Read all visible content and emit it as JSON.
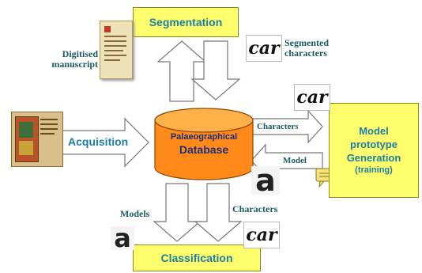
{
  "boxes": {
    "segmentation": "Segmentation",
    "classification": "Classification",
    "model_title_line1": "Model",
    "model_title_line2": "prototype",
    "model_title_line3": "Generation",
    "model_title_line4": "(training)"
  },
  "arrows": {
    "acquisition": "Acquisition",
    "characters_right": "Characters",
    "model_left": "Model"
  },
  "labels": {
    "digitised_line1": "Digitised",
    "digitised_line2": "manuscript",
    "segmented_line1": "Segmented",
    "segmented_line2": "characters",
    "models": "Models",
    "characters_bottom": "Characters"
  },
  "database": {
    "line1": "Palaeographical",
    "line2": "Database"
  },
  "glyphs": {
    "car": "car",
    "a": "a"
  },
  "colors": {
    "box_fill": "#ffff6e",
    "box_text": "#1b7fa6",
    "database_fill": "#ff8a1a",
    "label_text": "#1e5a63"
  }
}
